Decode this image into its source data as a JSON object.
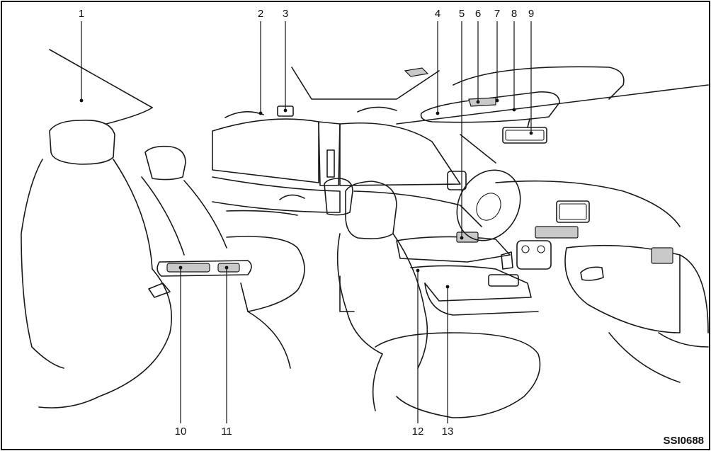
{
  "figure_code": "SSI0688",
  "callouts": [
    {
      "label": "1"
    },
    {
      "label": "2"
    },
    {
      "label": "3"
    },
    {
      "label": "4"
    },
    {
      "label": "5"
    },
    {
      "label": "6"
    },
    {
      "label": "7"
    },
    {
      "label": "8"
    },
    {
      "label": "9"
    },
    {
      "label": "10"
    },
    {
      "label": "11"
    },
    {
      "label": "12"
    },
    {
      "label": "13"
    }
  ]
}
